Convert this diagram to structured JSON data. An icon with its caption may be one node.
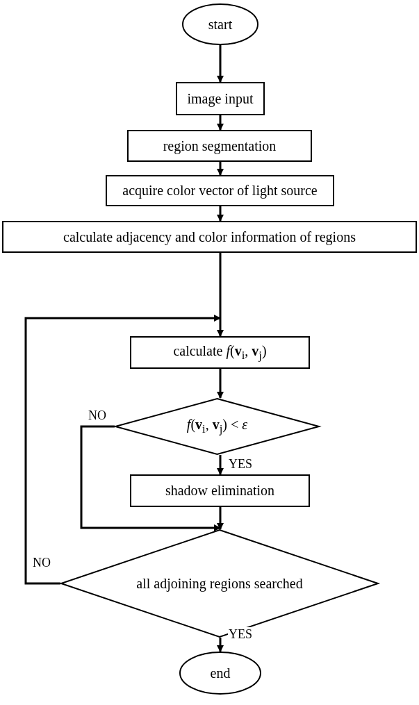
{
  "diagram": {
    "nodes": [
      {
        "text": [
          "start"
        ]
      },
      {
        "text": [
          "image input"
        ]
      },
      {
        "text": [
          "region segmentation"
        ]
      },
      {
        "text": [
          "acquire color vector of light source"
        ]
      },
      {
        "text": [
          "calculate adjacency and color information of regions"
        ]
      },
      {
        "text": [
          "calculate *f*(**v**$_{i}$, **v**$_{j}$)"
        ]
      },
      {
        "text": [
          "*f*(**v**$_{i}$, **v**$_{j}$) < *ε*"
        ]
      },
      {
        "text": [
          "shadow elimination"
        ]
      },
      {
        "text": [
          "all adjoining regions searched"
        ]
      },
      {
        "text": [
          "end"
        ]
      }
    ],
    "edges": [
      {
        "from": 0,
        "to": 1,
        "arrow": "to"
      },
      {
        "from": 1,
        "to": 2,
        "arrow": "to"
      },
      {
        "from": 2,
        "to": 3,
        "arrow": "to"
      },
      {
        "from": 3,
        "to": 4,
        "arrow": "to"
      },
      {
        "from": 4,
        "to": 5,
        "arrow": "to"
      },
      {
        "from": 5,
        "to": 6,
        "arrow": "to"
      },
      {
        "from": 6,
        "to": 7,
        "arrow": "to",
        "label": "YES"
      },
      {
        "from": 6,
        "to": 8,
        "arrow": "to",
        "label": "NO"
      },
      {
        "from": 7,
        "to": 8,
        "arrow": "to"
      },
      {
        "from": 8,
        "to": 5,
        "arrow": "to",
        "label": "NO"
      },
      {
        "from": 8,
        "to": 9,
        "arrow": "to",
        "label": "YES"
      }
    ]
  }
}
